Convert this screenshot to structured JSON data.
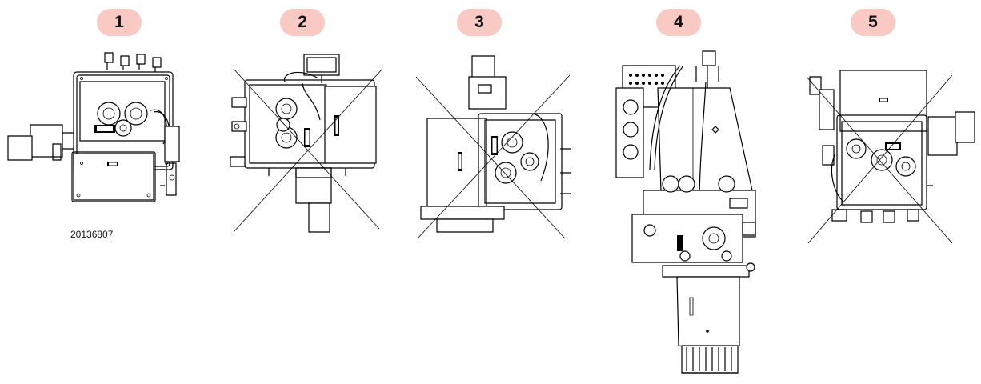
{
  "views": [
    {
      "number": "1",
      "code": "20136807"
    },
    {
      "number": "2"
    },
    {
      "number": "3"
    },
    {
      "number": "4"
    },
    {
      "number": "5"
    }
  ],
  "colors": {
    "badge_fill": "#f9c9c4",
    "line_art": "#000000",
    "background": "#ffffff"
  }
}
